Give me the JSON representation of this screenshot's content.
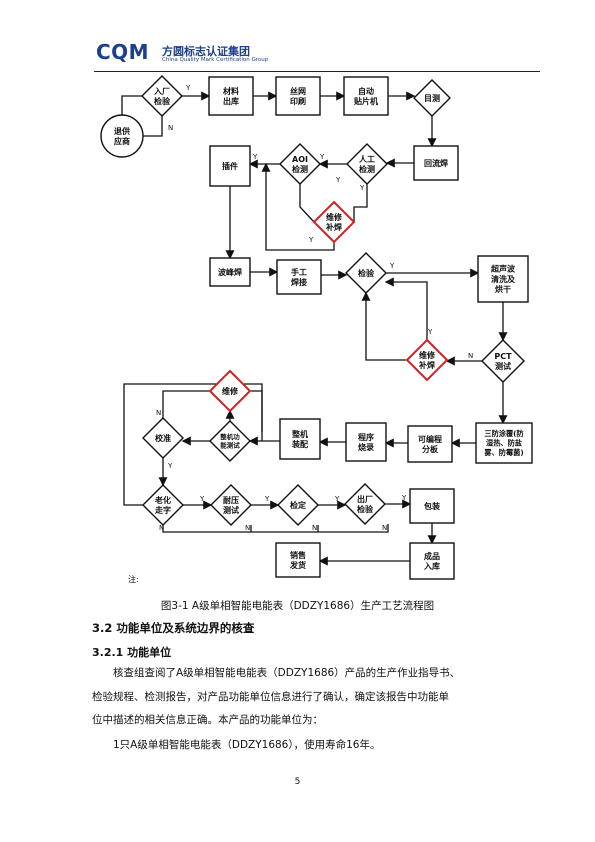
{
  "header": {
    "logo_mark": "CQM",
    "logo_cn": "方圆标志认证集团",
    "logo_en": "China Quality Mark Certification Group"
  },
  "flowchart": {
    "nodes": {
      "incoming_inspection": [
        "入厂",
        "检验"
      ],
      "return_supplier": [
        "退供",
        "应商"
      ],
      "material_out": [
        "材料",
        "出库"
      ],
      "screen_print": [
        "丝网",
        "印刷"
      ],
      "auto_smt": [
        "自动",
        "贴片机"
      ],
      "visual_inspect": [
        "目测"
      ],
      "reflow": [
        "回流焊"
      ],
      "manual_inspect": [
        "人工",
        "检测"
      ],
      "aoi_inspect": [
        "AOI",
        "检测"
      ],
      "insert": [
        "插件"
      ],
      "repair_weld1": [
        "维修",
        "补焊"
      ],
      "wave_solder": [
        "波峰焊"
      ],
      "hand_weld": [
        "手工",
        "焊接"
      ],
      "inspect1": [
        "检验"
      ],
      "ultrasonic": [
        "超声波",
        "清洗及",
        "烘干"
      ],
      "pct_test": [
        "PCT",
        "测试"
      ],
      "repair_weld2": [
        "维修",
        "补焊"
      ],
      "three_proof": [
        "三防涂覆(防",
        "湿热、防盐",
        "雾、防霉菌)"
      ],
      "board_split": [
        "可编程",
        "分板"
      ],
      "program_burn": [
        "程序",
        "烧录"
      ],
      "whole_assembly": [
        "整机",
        "装配"
      ],
      "function_test": [
        "整机功",
        "能测试"
      ],
      "repair3": [
        "维修"
      ],
      "calibration": [
        "校准"
      ],
      "aging": [
        "老化",
        "走字"
      ],
      "withstand_voltage": [
        "耐压",
        "测试"
      ],
      "verification": [
        "检定"
      ],
      "factory_inspect": [
        "出厂",
        "检验"
      ],
      "packing": [
        "包装"
      ],
      "storage": [
        "成品",
        "入库"
      ],
      "sales": [
        "销售",
        "发货"
      ]
    },
    "labels": {
      "yes": "Y",
      "no": "N"
    },
    "note": "注:"
  },
  "caption": "图3-1 A级单相智能电能表（DDZY1686）生产工艺流程图",
  "section": {
    "heading": "3.2 功能单位及系统边界的核查",
    "subheading": "3.2.1 功能单位",
    "para1_line1": "核查组查阅了A级单相智能电能表（DDZY1686）产品的生产作业指导书、",
    "para1_line2": "检验规程、检测报告，对产品功能单位信息进行了确认，确定该报告中功能单",
    "para1_line3": "位中描述的相关信息正确。本产品的功能单位为：",
    "para2": "1只A级单相智能电能表（DDZY1686），使用寿命16年。"
  },
  "page_number": "5",
  "colors": {
    "brand": "#1d3f8f",
    "highlight_border": "#d22222",
    "line": "#111111"
  }
}
